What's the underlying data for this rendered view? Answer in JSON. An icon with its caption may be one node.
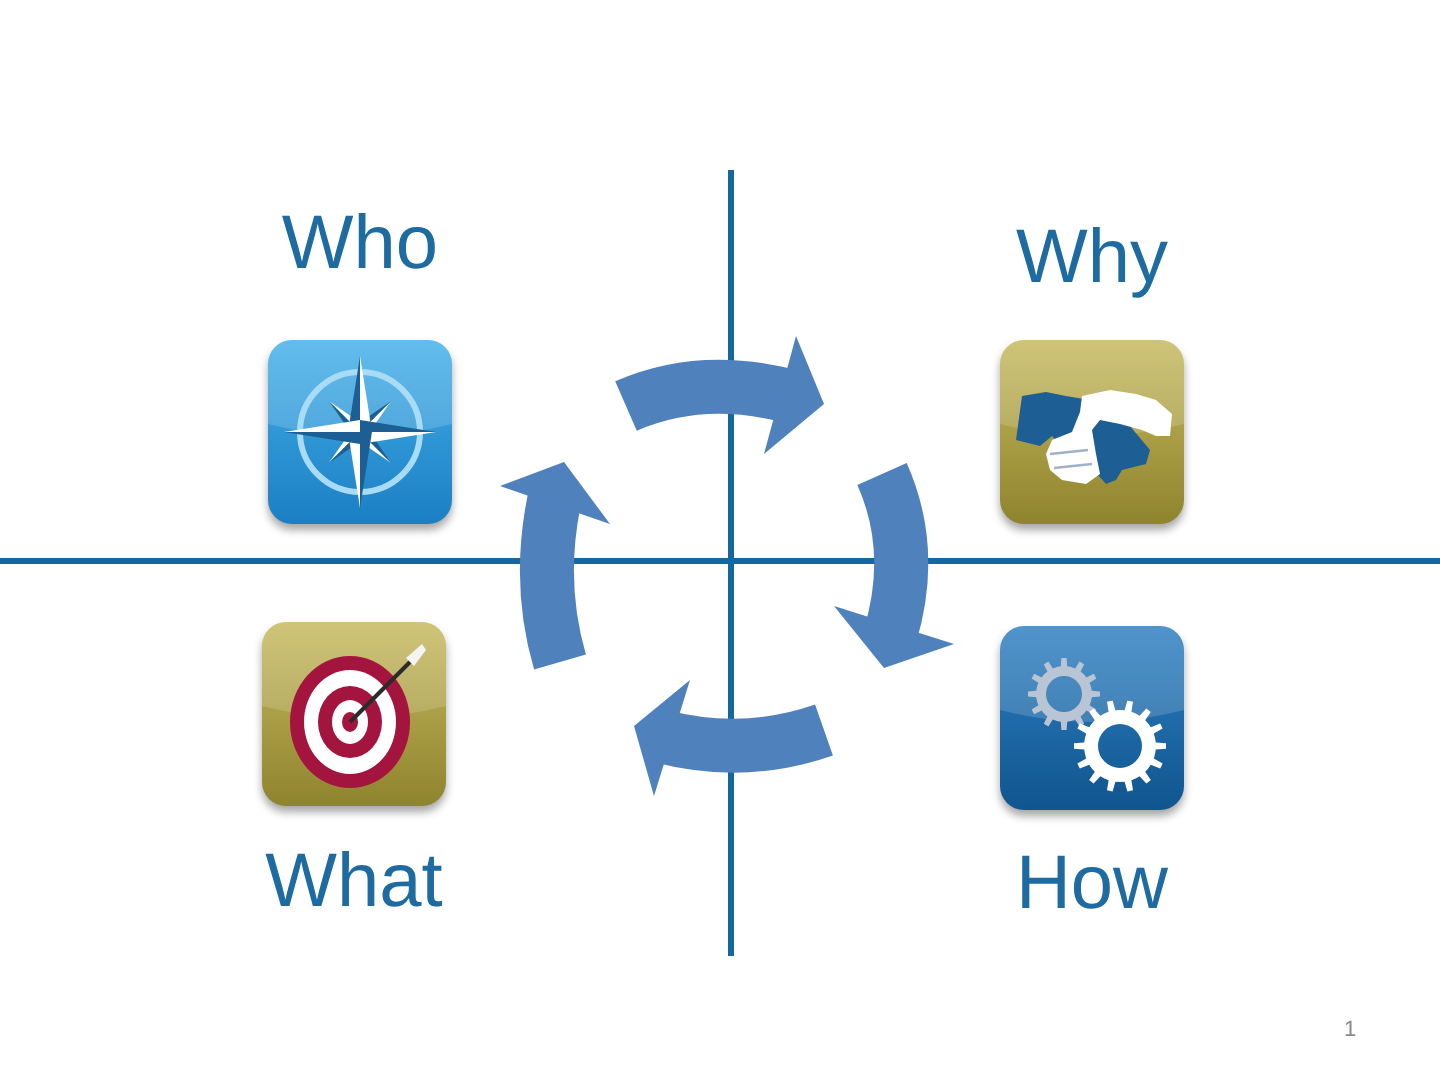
{
  "diagram": {
    "nodes": [
      {
        "text": [
          "Who"
        ]
      },
      {
        "text": [
          "Why"
        ]
      },
      {
        "text": [
          "What"
        ]
      },
      {
        "text": [
          "How"
        ]
      }
    ],
    "labels": [
      "1"
    ]
  }
}
